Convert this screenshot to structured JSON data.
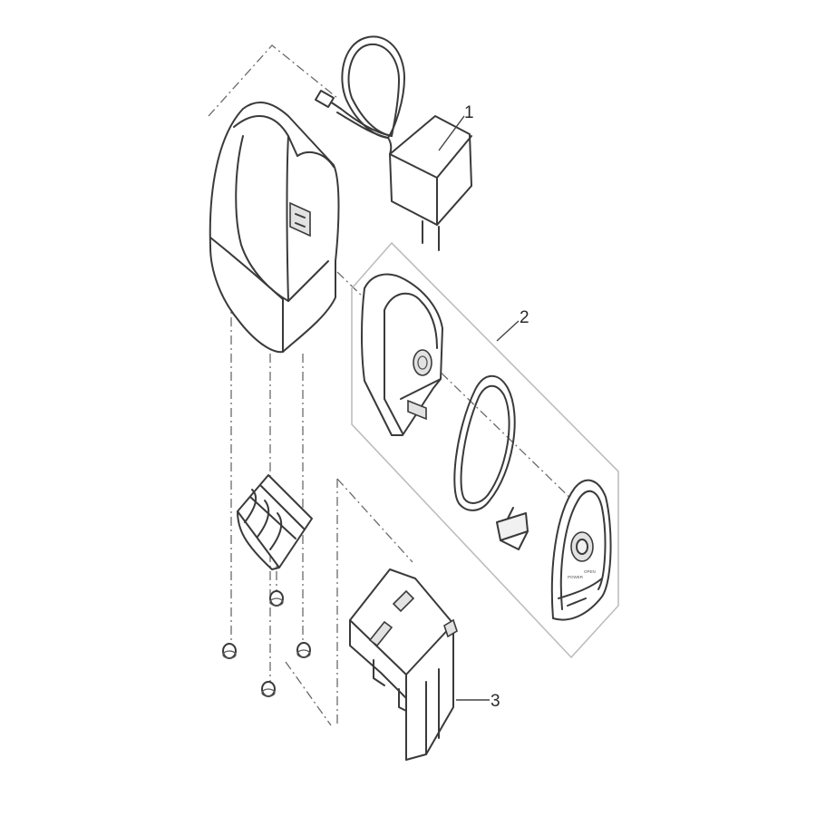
{
  "callouts": [
    {
      "id": "1",
      "label": "1"
    },
    {
      "id": "2",
      "label": "2"
    },
    {
      "id": "3",
      "label": "3"
    }
  ],
  "small_labels": {
    "left": "POWER",
    "right": "OPEN"
  },
  "colors": {
    "line": "#3a3a3a",
    "group_box": "#bdbdbd",
    "background": "#ffffff"
  }
}
